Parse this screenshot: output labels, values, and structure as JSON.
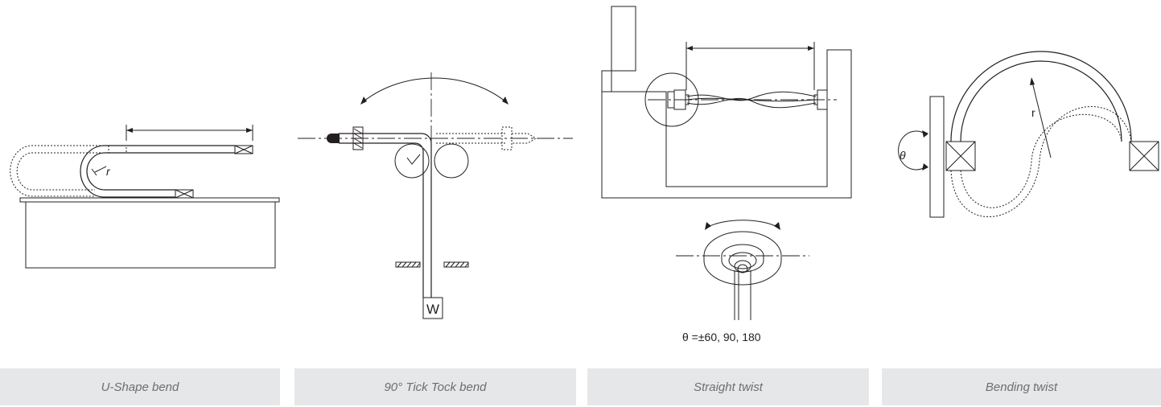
{
  "panels": [
    {
      "caption": "U-Shape bend",
      "labels": {
        "radius": "r"
      }
    },
    {
      "caption": "90° Tick Tock bend",
      "labels": {
        "weight": "W"
      }
    },
    {
      "caption": "Straight twist",
      "labels": {
        "angle_formula": "θ =±60,  90,  180"
      }
    },
    {
      "caption": "Bending twist",
      "labels": {
        "theta": "θ",
        "radius": "r"
      }
    }
  ],
  "colors": {
    "line": "#231f20",
    "caption_bg": "#e6e7e8",
    "caption_text": "#6d6e71"
  }
}
